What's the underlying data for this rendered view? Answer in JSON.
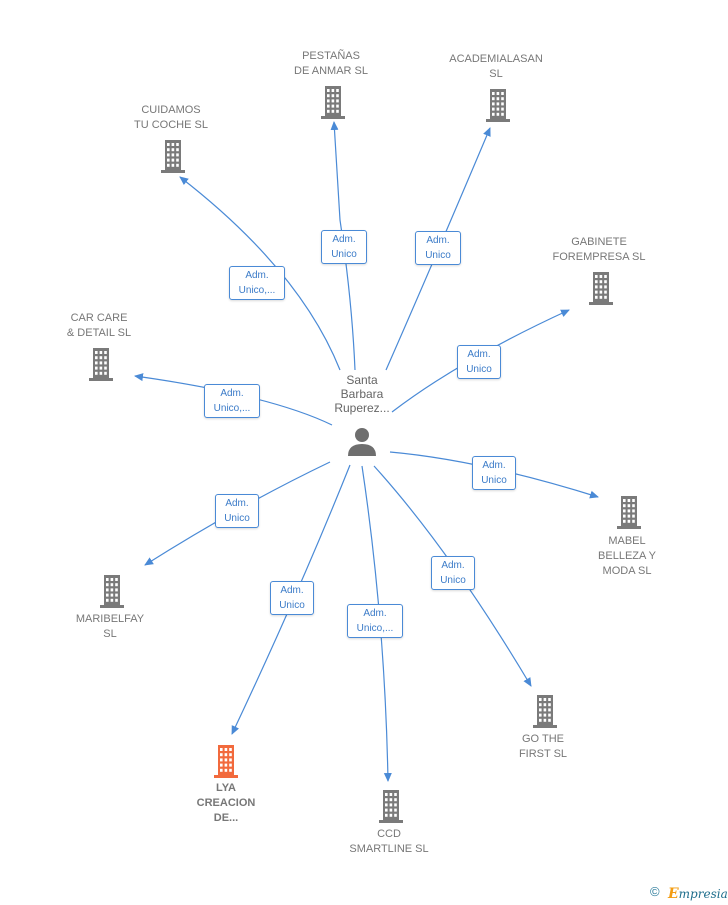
{
  "center": {
    "label": "Santa\nBarbara\nRuperez..."
  },
  "nodes": [
    {
      "id": "pestanas",
      "label": "PESTAÑAS\nDE ANMAR  SL",
      "highlight": false
    },
    {
      "id": "academialasan",
      "label": "ACADEMIALASAN\nSL",
      "highlight": false
    },
    {
      "id": "cuidamos",
      "label": "CUIDAMOS\nTU COCHE  SL",
      "highlight": false
    },
    {
      "id": "gabinete",
      "label": "GABINETE\nFOREMPRESA SL",
      "highlight": false
    },
    {
      "id": "carcare",
      "label": "CAR CARE\n& DETAIL  SL",
      "highlight": false
    },
    {
      "id": "mabel",
      "label": "MABEL\nBELLEZA Y\nMODA  SL",
      "highlight": false
    },
    {
      "id": "maribelfay",
      "label": "MARIBELFAY\nSL",
      "highlight": false
    },
    {
      "id": "gothefirst",
      "label": "GO THE\nFIRST  SL",
      "highlight": false
    },
    {
      "id": "lya",
      "label": "LYA\nCREACION\nDE...",
      "highlight": true
    },
    {
      "id": "ccd",
      "label": "CCD\nSMARTLINE  SL",
      "highlight": false
    }
  ],
  "edges": [
    {
      "to": "pestanas",
      "label": "Adm.\nUnico"
    },
    {
      "to": "academialasan",
      "label": "Adm.\nUnico"
    },
    {
      "to": "cuidamos",
      "label": "Adm.\nUnico,..."
    },
    {
      "to": "gabinete",
      "label": "Adm.\nUnico"
    },
    {
      "to": "carcare",
      "label": "Adm.\nUnico,..."
    },
    {
      "to": "mabel",
      "label": "Adm.\nUnico"
    },
    {
      "to": "maribelfay",
      "label": "Adm.\nUnico"
    },
    {
      "to": "gothefirst",
      "label": "Adm.\nUnico"
    },
    {
      "to": "lya",
      "label": "Adm.\nUnico"
    },
    {
      "to": "ccd",
      "label": "Adm.\nUnico,..."
    }
  ],
  "colors": {
    "edge": "#4a8ad6",
    "building": "#7a7a7a",
    "highlight": "#f26a3d",
    "person": "#6e6e6e"
  },
  "footer": {
    "copyright": "©",
    "brand_first": "E",
    "brand_rest": "mpresia"
  }
}
